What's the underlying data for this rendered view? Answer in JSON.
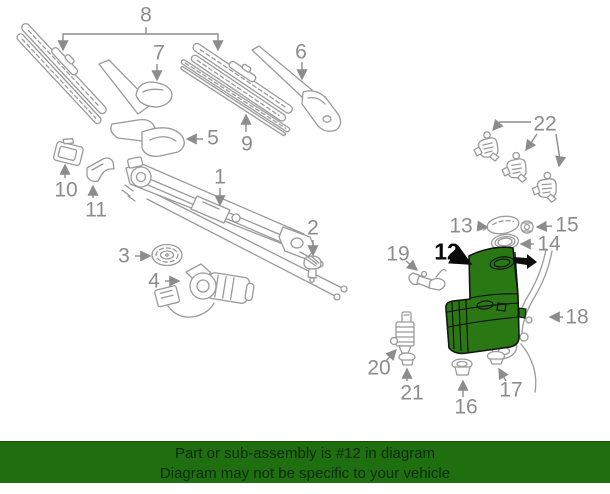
{
  "diagram": {
    "highlighted_part": "12",
    "part_labels": {
      "p1": "1",
      "p2": "2",
      "p3": "3",
      "p4": "4",
      "p5": "5",
      "p6": "6",
      "p7": "7",
      "p8": "8",
      "p9": "9",
      "p10": "10",
      "p11": "11",
      "p12": "12",
      "p13": "13",
      "p14": "14",
      "p15": "15",
      "p16": "16",
      "p17": "17",
      "p18": "18",
      "p19": "19",
      "p20": "20",
      "p21": "21",
      "p22": "22"
    },
    "colors": {
      "highlight_green": "#2a7813",
      "label_gray": "#8c8c8c",
      "highlight_label_black": "#0a0a0a"
    }
  },
  "banner": {
    "line1": "Part or sub-assembly is #12 in diagram",
    "line2": "Diagram may not be specific to your vehicle",
    "background": "#1f6f10"
  }
}
